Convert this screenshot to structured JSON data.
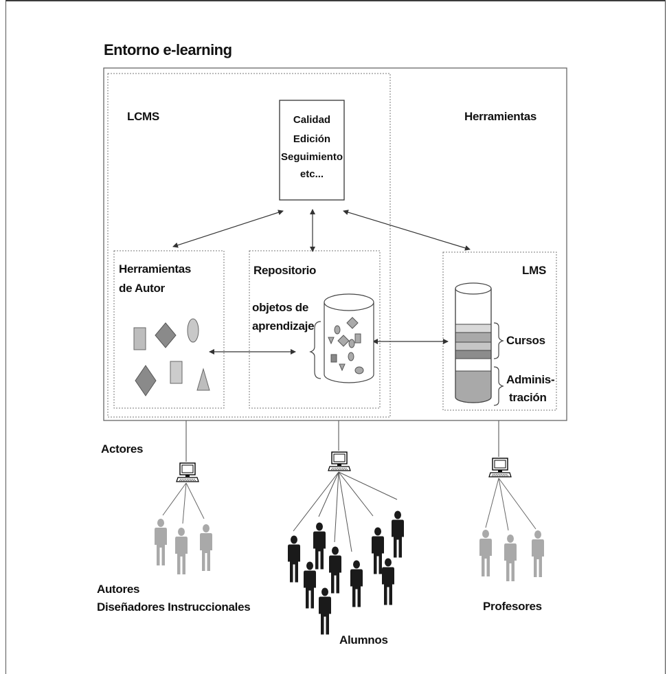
{
  "title": "Entorno e-learning",
  "lcms": {
    "label": "LCMS"
  },
  "herramientas": {
    "label": "Herramientas"
  },
  "services_box": {
    "lines": [
      "Calidad",
      "Edición",
      "Seguimiento",
      "etc..."
    ]
  },
  "authoring": {
    "line1": "Herramientas",
    "line2": "de Autor"
  },
  "repository": {
    "label": "Repositorio",
    "objects_line1": "objetos de",
    "objects_line2": "aprendizaje"
  },
  "lms": {
    "label": "LMS",
    "cursos": "Cursos",
    "admin_line1": "Adminis-",
    "admin_line2": "tración"
  },
  "actors": {
    "label": "Actores",
    "autores": "Autores",
    "disenadores": "Diseñadores Instruccionales",
    "alumnos": "Alumnos",
    "profesores": "Profesores"
  },
  "colors": {
    "border": "#555555",
    "shape_fill": "#bdbdbd",
    "shape_dark": "#8a8a8a",
    "person_gray": "#a9a9a9",
    "person_dark": "#1a1a1a"
  },
  "icons": [
    "computer-icon",
    "person-icon",
    "database-cylinder-icon",
    "square-shape",
    "diamond-shape",
    "oval-shape",
    "triangle-shape"
  ]
}
